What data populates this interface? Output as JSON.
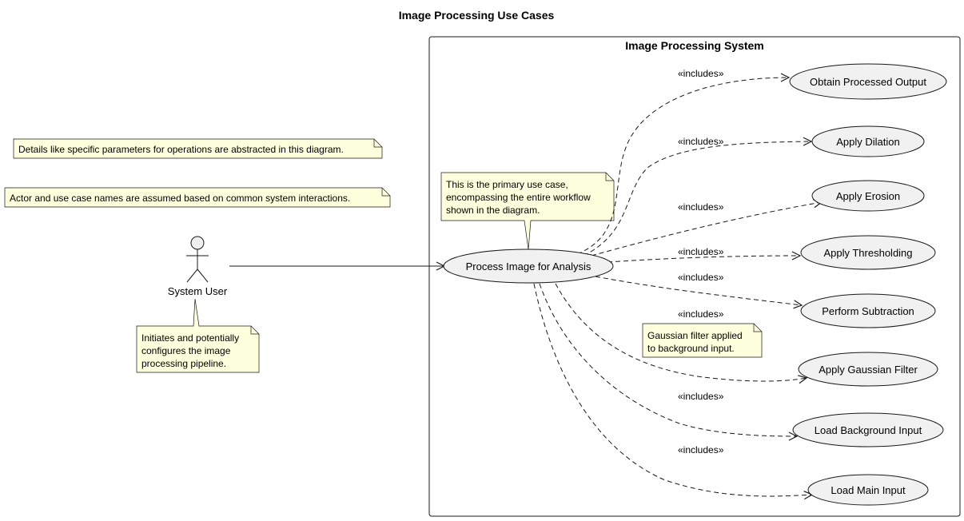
{
  "diagram": {
    "title": "Image Processing Use Cases",
    "system_name": "Image Processing System",
    "actor": {
      "name": "System User",
      "icon": "stick-figure-icon"
    },
    "primary_use_case": "Process Image for Analysis",
    "use_cases": [
      "Obtain Processed Output",
      "Apply Dilation",
      "Apply Erosion",
      "Apply Thresholding",
      "Perform Subtraction",
      "Apply Gaussian Filter",
      "Load Background Input",
      "Load Main Input"
    ],
    "relation_label": "«includes»",
    "notes": {
      "params": "Details like specific parameters for operations are abstracted in this diagram.",
      "assumed": "Actor and use case names are assumed based on common system interactions.",
      "primary": [
        "This is the primary use case,",
        "encompassing the entire workflow",
        "shown in the diagram."
      ],
      "actor": [
        "Initiates and potentially",
        "configures the image",
        "processing pipeline."
      ],
      "gaussian": [
        "Gaussian filter applied",
        "to background input."
      ]
    },
    "colors": {
      "note_fill": "#FEFFDD",
      "use_case_fill": "#F1F1F1",
      "line": "#181818"
    }
  }
}
